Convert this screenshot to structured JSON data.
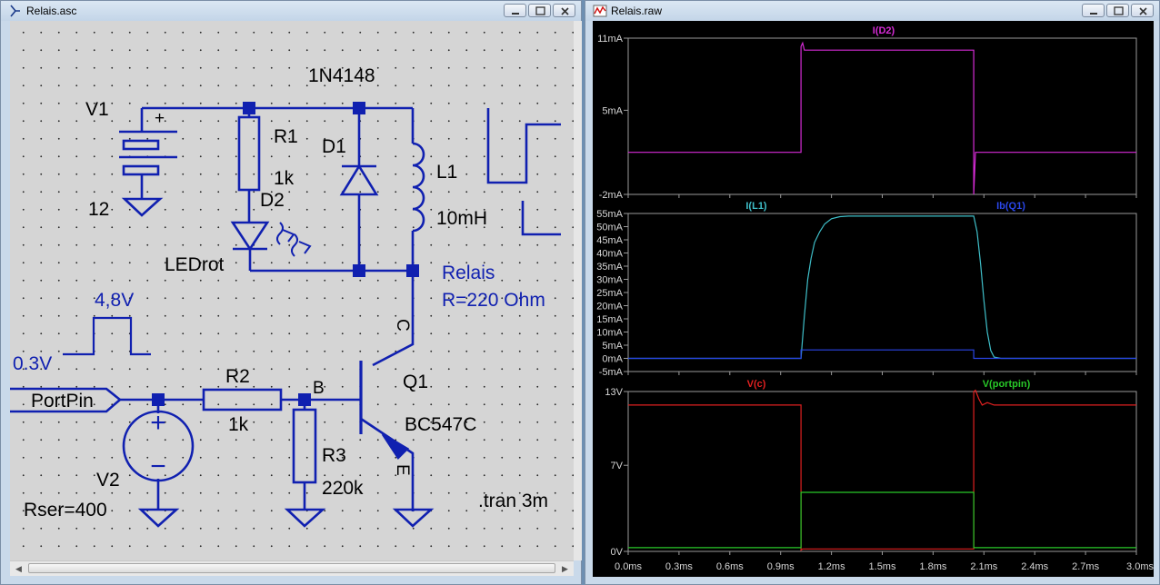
{
  "left_window": {
    "title": "Relais.asc",
    "icon": "schematic-icon"
  },
  "right_window": {
    "title": "Relais.raw",
    "icon": "waveform-icon"
  },
  "schematic": {
    "labels": {
      "diode_model": "1N4148",
      "v1_name": "V1",
      "v1_plus": "+",
      "v1_value": "12",
      "r1_name": "R1",
      "r1_value": "1k",
      "d1_name": "D1",
      "d2_name": "D2",
      "d2_model": "LEDrot",
      "l1_name": "L1",
      "l1_value": "10mH",
      "relais_name": "Relais",
      "relais_r": "R=220 Ohm",
      "pulse_high": "4,8V",
      "pulse_low": "0.3V",
      "portpin": "PortPin",
      "r2_name": "R2",
      "r2_value": "1k",
      "node_b": "B",
      "node_c": "C",
      "node_e": "E",
      "q1_name": "Q1",
      "q1_model": "BC547C",
      "r3_name": "R3",
      "r3_value": "220k",
      "v2_name": "V2",
      "v2_rser": "Rser=400",
      "v2_plus": "+",
      "v2_minus": "−",
      "sim_cmd": ".tran 3m"
    }
  },
  "plots": {
    "x_ticks": [
      "0.0ms",
      "0.3ms",
      "0.6ms",
      "0.9ms",
      "1.2ms",
      "1.5ms",
      "1.8ms",
      "2.1ms",
      "2.4ms",
      "2.7ms",
      "3.0ms"
    ],
    "pane1": {
      "trace_label": "I(D2)",
      "y_ticks": [
        "11mA",
        "5mA",
        "-2mA"
      ],
      "color": "#d62bd6"
    },
    "pane2": {
      "trace_labels": [
        "I(L1)",
        "Ib(Q1)"
      ],
      "y_ticks": [
        "55mA",
        "50mA",
        "45mA",
        "40mA",
        "35mA",
        "30mA",
        "25mA",
        "20mA",
        "15mA",
        "10mA",
        "5mA",
        "0mA",
        "-5mA"
      ],
      "colors": [
        "#3fbfc9",
        "#2a46e8"
      ]
    },
    "pane3": {
      "trace_labels": [
        "V(c)",
        "V(portpin)"
      ],
      "y_ticks": [
        "13V",
        "7V",
        "0V"
      ],
      "colors": [
        "#e02020",
        "#28c828"
      ]
    }
  },
  "chart_data": [
    {
      "type": "line",
      "ylim": [
        -2,
        11
      ],
      "xlim": [
        0,
        3.0
      ],
      "grid": false,
      "series": [
        {
          "name": "I(D2)",
          "x": [
            0,
            1.02,
            1.02,
            1.03,
            1.04,
            2.04,
            2.04,
            2.05,
            3.0
          ],
          "y": [
            1.5,
            1.5,
            10.3,
            10.6,
            10.0,
            10.0,
            -2.0,
            1.5,
            1.5
          ]
        }
      ]
    },
    {
      "type": "line",
      "ylim": [
        -5,
        55
      ],
      "xlim": [
        0,
        3.0
      ],
      "grid": false,
      "series": [
        {
          "name": "I(L1)",
          "x": [
            0,
            1.02,
            1.04,
            1.06,
            1.08,
            1.1,
            1.13,
            1.16,
            1.2,
            1.25,
            1.3,
            1.4,
            2.04,
            2.06,
            2.08,
            2.1,
            2.12,
            2.14,
            2.16,
            2.2,
            3.0
          ],
          "y": [
            0,
            0,
            16,
            30,
            38,
            44,
            48,
            51,
            53,
            53.8,
            54,
            54,
            54,
            48,
            36,
            22,
            10,
            3,
            0.5,
            0,
            0
          ]
        },
        {
          "name": "Ib(Q1)",
          "x": [
            0,
            1.02,
            1.02,
            2.04,
            2.04,
            2.15,
            2.8,
            3.0
          ],
          "y": [
            0,
            0,
            3.2,
            3.2,
            0,
            0,
            0,
            0
          ]
        }
      ]
    },
    {
      "type": "line",
      "ylim": [
        0,
        13
      ],
      "xlim": [
        0,
        3.0
      ],
      "grid": false,
      "series": [
        {
          "name": "V(c)",
          "x": [
            0,
            1.02,
            1.02,
            1.03,
            2.04,
            2.04,
            2.05,
            2.07,
            2.09,
            2.12,
            2.16,
            3.0
          ],
          "y": [
            11.9,
            11.9,
            0.1,
            0.2,
            0.2,
            13.0,
            13.1,
            12.4,
            11.9,
            12.1,
            11.9,
            11.9
          ]
        },
        {
          "name": "V(portpin)",
          "x": [
            0,
            1.02,
            1.02,
            2.04,
            2.04,
            3.0
          ],
          "y": [
            0.3,
            0.3,
            4.8,
            4.8,
            0.3,
            0.3
          ]
        }
      ]
    }
  ]
}
